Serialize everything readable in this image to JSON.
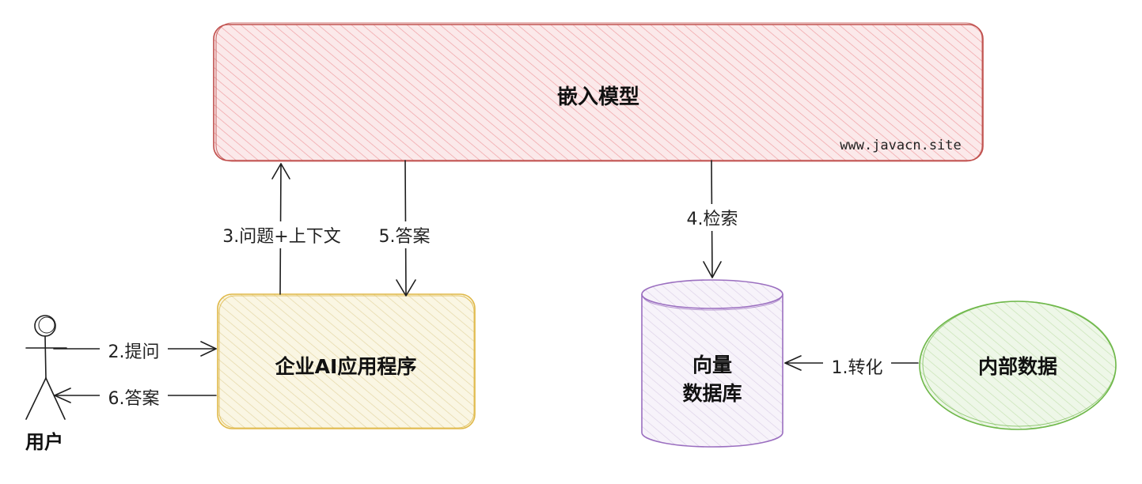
{
  "nodes": {
    "embedding_model": {
      "label": "嵌入模型",
      "watermark": "www.javacn.site",
      "stroke": "#c0504d",
      "hatch": "#f2a3a3",
      "fill": "#fbe9ea"
    },
    "enterprise_app": {
      "label": "企业AI应用程序",
      "stroke": "#e0b94a",
      "hatch": "#e7d9a8",
      "fill": "#faf6e3"
    },
    "vector_db": {
      "label_line1": "向量",
      "label_line2": "数据库",
      "stroke": "#9b6fc0",
      "hatch": "#dacfe6",
      "fill": "#f6f2fa"
    },
    "internal_data": {
      "label": "内部数据",
      "stroke": "#6fb84a",
      "hatch": "#c7e3b4",
      "fill": "#eef7e8"
    },
    "user": {
      "label": "用户"
    }
  },
  "edges": {
    "convert": "1.转化",
    "ask": "2.提问",
    "question_context": "3.问题+上下文",
    "retrieve": "4.检索",
    "answer_model": "5.答案",
    "answer_user": "6.答案"
  }
}
